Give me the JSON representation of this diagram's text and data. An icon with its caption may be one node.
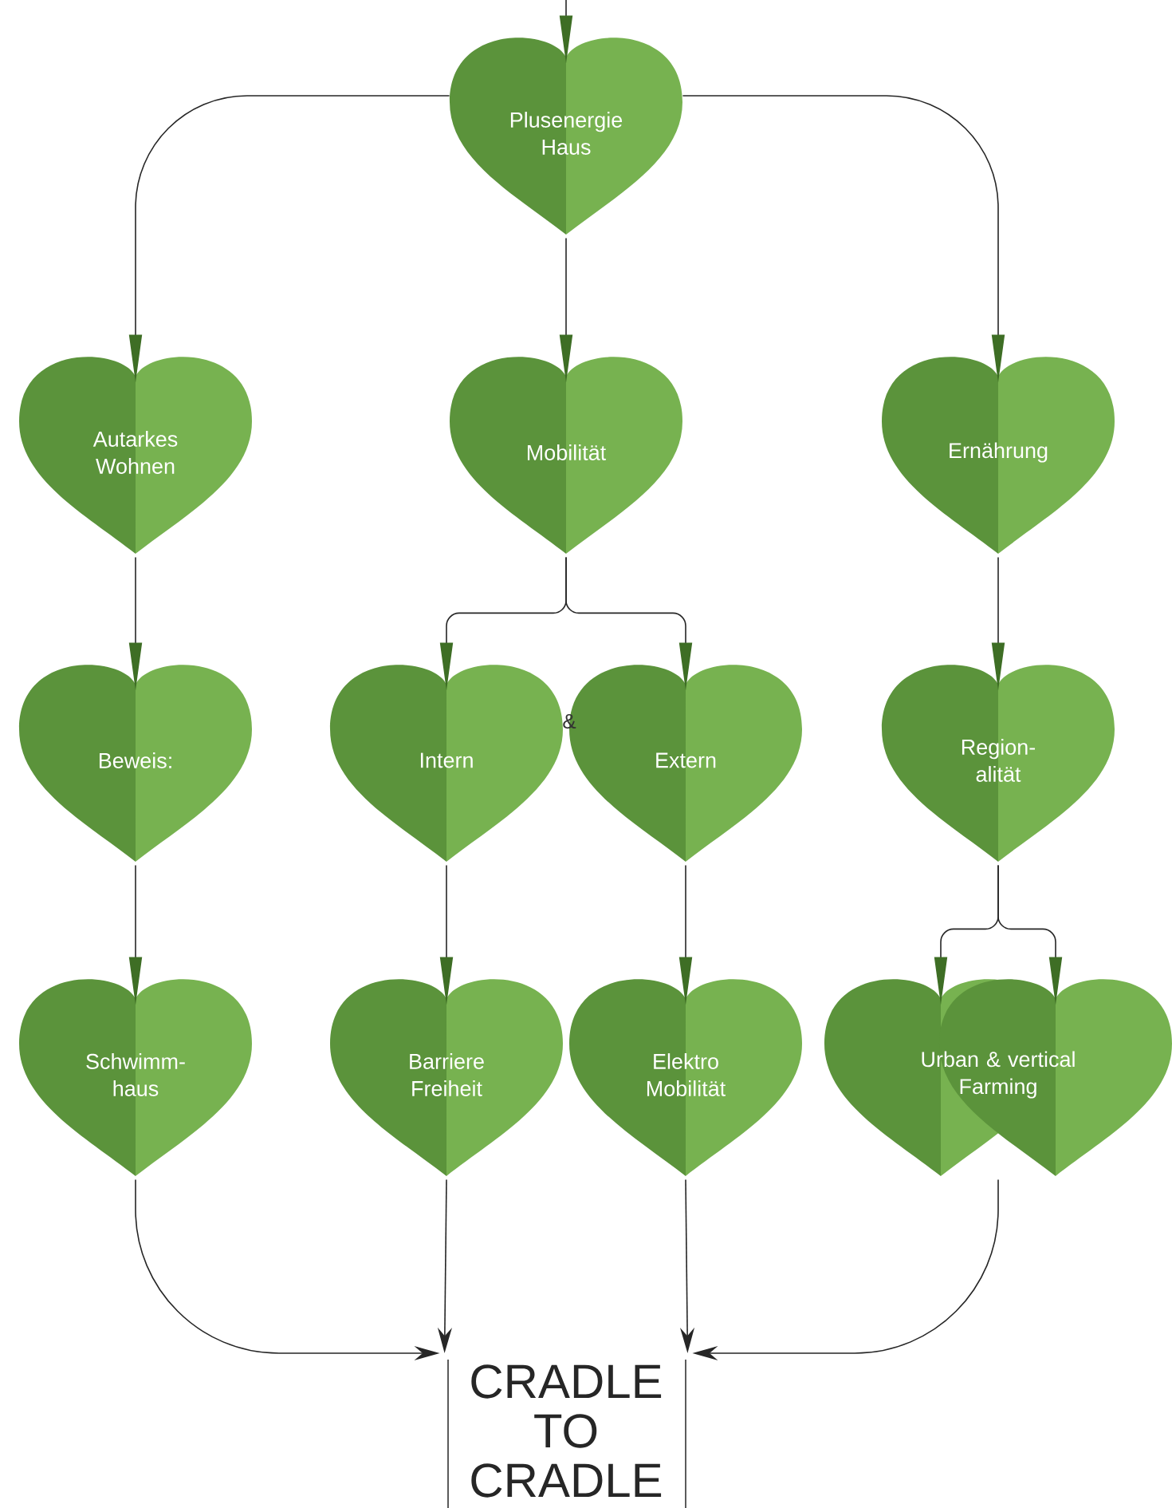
{
  "diagram": {
    "nodes": [
      {
        "text": [
          "Plusenergie Haus"
        ]
      },
      {
        "text": [
          "Autarkes Wohnen"
        ]
      },
      {
        "text": [
          "Mobilität"
        ]
      },
      {
        "text": [
          "Ernährung"
        ]
      },
      {
        "text": [
          "Beweis:"
        ]
      },
      {
        "text": [
          "Intern"
        ]
      },
      {
        "text": [
          "Extern"
        ]
      },
      {
        "text": [
          "Region- alität"
        ]
      },
      {
        "text": [
          "Schwimm- haus"
        ]
      },
      {
        "text": [
          "Barriere Freiheit"
        ]
      },
      {
        "text": [
          "Elektro Mobilität"
        ]
      },
      {
        "text": [
          "Urban & vertical Farming"
        ]
      },
      {
        "text": [
          "CRADLE TO CRADLE"
        ]
      }
    ],
    "edges": [
      {
        "from": null,
        "to": 0,
        "arrow": "to"
      },
      {
        "from": 0,
        "to": 1,
        "arrow": "to"
      },
      {
        "from": 0,
        "to": 2,
        "arrow": "to"
      },
      {
        "from": 0,
        "to": 3,
        "arrow": "to"
      },
      {
        "from": 1,
        "to": 4,
        "arrow": "to"
      },
      {
        "from": 2,
        "to": 5,
        "arrow": "to"
      },
      {
        "from": 2,
        "to": 6,
        "arrow": "to"
      },
      {
        "from": 3,
        "to": 7,
        "arrow": "to"
      },
      {
        "from": 4,
        "to": 8,
        "arrow": "to"
      },
      {
        "from": 5,
        "to": 9,
        "arrow": "to"
      },
      {
        "from": 6,
        "to": 10,
        "arrow": "to"
      },
      {
        "from": 7,
        "to": 11,
        "arrow": "to"
      },
      {
        "from": 7,
        "to": 11,
        "arrow": "to"
      },
      {
        "from": 8,
        "to": 12,
        "arrow": "to"
      },
      {
        "from": 9,
        "to": 12,
        "arrow": "to"
      },
      {
        "from": 10,
        "to": 12,
        "arrow": "to"
      },
      {
        "from": 11,
        "to": 12,
        "arrow": "to"
      }
    ],
    "labels": [
      "&"
    ]
  }
}
